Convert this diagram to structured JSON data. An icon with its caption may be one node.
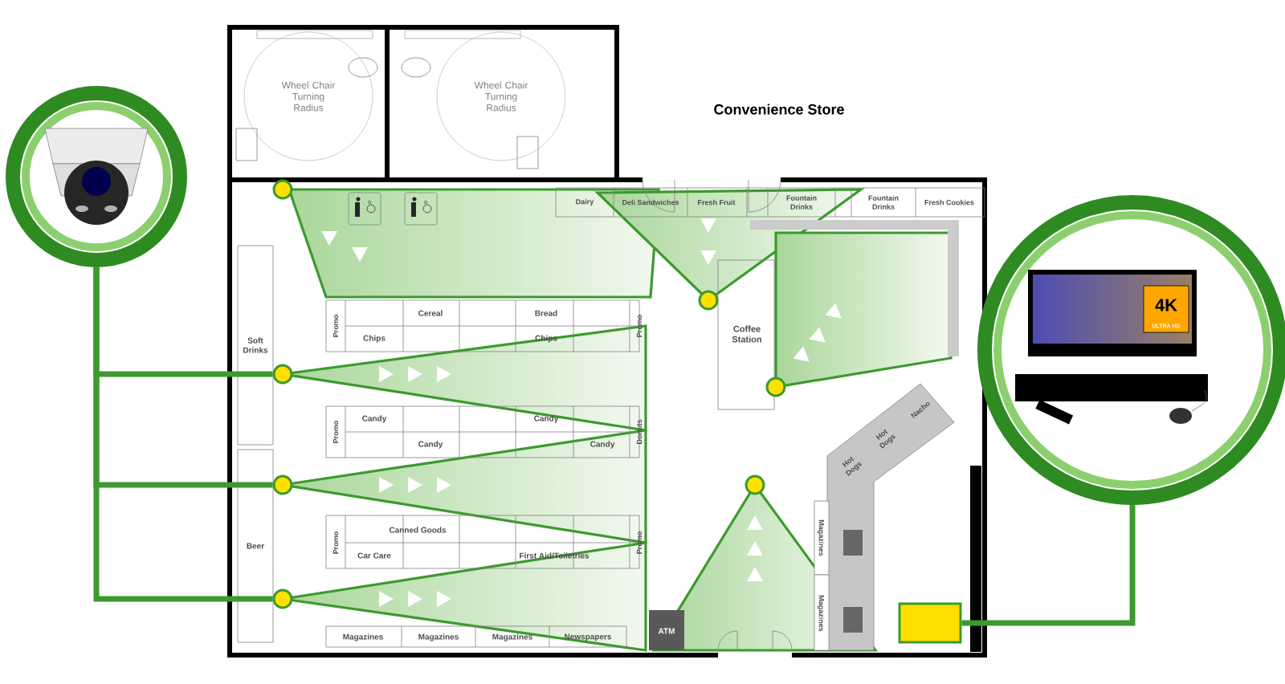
{
  "diagram": {
    "title": "Convenience Store",
    "nodes": [
      {
        "text": [],
        "shape": "picture"
      },
      {
        "text": [],
        "shape": "circle"
      },
      {
        "text": [],
        "shape": "circle"
      },
      {
        "text": [],
        "shape": "circle"
      },
      {
        "text": [],
        "shape": "circle"
      },
      {
        "text": [],
        "shape": "circle"
      },
      {
        "text": [],
        "shape": "circle"
      },
      {
        "text": [],
        "shape": "circle"
      },
      {
        "text": [],
        "shape": "box"
      },
      {
        "text": [],
        "shape": "picture"
      }
    ],
    "edges": [
      {
        "from": 0,
        "to": 4,
        "arrow": "none"
      },
      {
        "from": 0,
        "to": 5,
        "arrow": "none"
      },
      {
        "from": 0,
        "to": 6,
        "arrow": "none"
      },
      {
        "from": 8,
        "to": 9,
        "arrow": "none"
      }
    ],
    "labels": [
      "Wheel Chair Turning Radius",
      "Wheel Chair Turning Radius",
      "Dairy",
      "Deli Sandwiches",
      "Fresh Fruit",
      "Fountain Drinks",
      "Fountain Drinks",
      "Fresh Cookies",
      "Soft Drinks",
      "Promo",
      "Cereal",
      "Bread",
      "Chips",
      "Chips",
      "Promo",
      "Promo",
      "Candy",
      "Candy",
      "Candy",
      "Candy",
      "Donuts",
      "Promo",
      "Canned Goods",
      "Car Care",
      "First Aid/Toiletries",
      "Promo",
      "Beer",
      "Magazines",
      "Magazines",
      "Magazines",
      "Newspapers",
      "Coffee Station",
      "Hot Dogs",
      "Hot Dogs",
      "Nacho",
      "Magazines",
      "Magazines",
      "ATM",
      "4K",
      "ULTRA HD"
    ]
  }
}
